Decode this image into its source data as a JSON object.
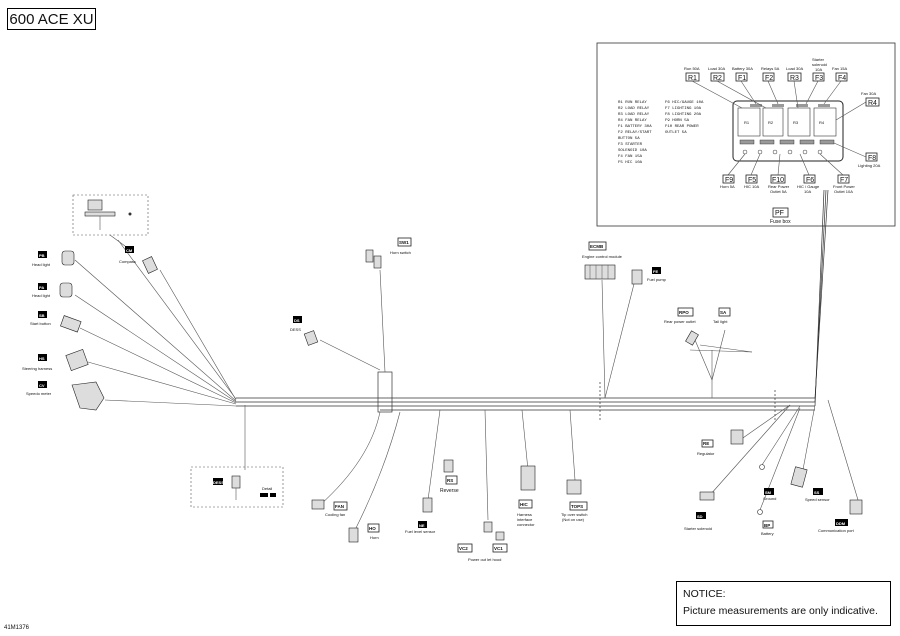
{
  "title": "600 ACE XU",
  "figure_id": "41M1376",
  "notice": {
    "heading": "NOTICE:",
    "text": "Picture measurements are only indicative."
  },
  "fuse_box": {
    "code": "PF",
    "label": "Fuse box",
    "top_items": [
      {
        "code": "R1",
        "rating": "Run 50A"
      },
      {
        "code": "R2",
        "rating": "Load 30A"
      },
      {
        "code": "F1",
        "rating": "Battery 30A"
      },
      {
        "code": "F2",
        "rating": "Relays 5A"
      },
      {
        "code": "R3",
        "rating": "Load 30A"
      },
      {
        "code": "F3",
        "rating": "Starter solenoid 10A"
      },
      {
        "code": "F4",
        "rating": "Fan 15A"
      }
    ],
    "right_items": [
      {
        "code": "R4",
        "rating": "Fan 30A"
      },
      {
        "code": "F8",
        "rating": "Lighting 20A"
      }
    ],
    "bottom_items": [
      {
        "code": "F9",
        "rating": "Horn 5A"
      },
      {
        "code": "F5",
        "rating": "HIC 10A"
      },
      {
        "code": "F10",
        "rating": "Rear Power Outlet 5A"
      },
      {
        "code": "F6",
        "rating": "HIC / Gauge 10A"
      },
      {
        "code": "F7",
        "rating": "Front Power Outlet 10A"
      }
    ],
    "legend_left": [
      "R1 RUN RELAY",
      "R2 LOAD RELAY",
      "R3 LOAD RELAY",
      "R4 FAN RELAY",
      "F1 BATTERY 30A",
      "F2 RELAY/START",
      "   BUTTON 5A",
      "F3 STARTER",
      "   SOLENOID 10A",
      "F4 FAN 15A",
      "F5 HIC 10A"
    ],
    "legend_right": [
      "F6 HIC/GAUGE 10A",
      "F7 LIGHTING 10A",
      "F8 LIGHTING 20A",
      "F9 HORN 5A",
      "F10 REAR POWER",
      "    OUTLET 5A"
    ]
  },
  "detail_box": {
    "code": "DESS",
    "label": "Detail"
  },
  "connectors": [
    {
      "code": "CM",
      "label": "Compass"
    },
    {
      "code": "PB",
      "label": "Head light"
    },
    {
      "code": "PA",
      "label": "Head light"
    },
    {
      "code": "SB",
      "label": "Start button"
    },
    {
      "code": "HS",
      "label": "Steering harness"
    },
    {
      "code": "CV",
      "label": "Speedo meter"
    },
    {
      "code": "SW1",
      "label": "Horn switch"
    },
    {
      "code": "DS",
      "label": "DESS"
    },
    {
      "code": "ECMB",
      "label": "Engine control module"
    },
    {
      "code": "FE",
      "label": "Fuel pump"
    },
    {
      "code": "RPO",
      "label": "Rear power outlet"
    },
    {
      "code": "SA",
      "label": "Tail light"
    },
    {
      "code": "FAN",
      "label": "Cooling fan"
    },
    {
      "code": "HO",
      "label": "Horn"
    },
    {
      "code": "RS",
      "label": "Reverse"
    },
    {
      "code": "NE",
      "label": "Fuel level sensor"
    },
    {
      "code": "HIC",
      "label": "Harness interface connector"
    },
    {
      "code": "TOPS",
      "label": "Tip over switch (Not on use)"
    },
    {
      "code": "VC2",
      "label": ""
    },
    {
      "code": "VC1",
      "label": "Power out let hood"
    },
    {
      "code": "RE",
      "label": "Regulator"
    },
    {
      "code": "SM",
      "label": "Ground"
    },
    {
      "code": "SD",
      "label": "Starter solenoid"
    },
    {
      "code": "BP",
      "label": "Battery"
    },
    {
      "code": "SS",
      "label": "Speed sensor"
    },
    {
      "code": "DDM",
      "label": "Communication port"
    }
  ]
}
